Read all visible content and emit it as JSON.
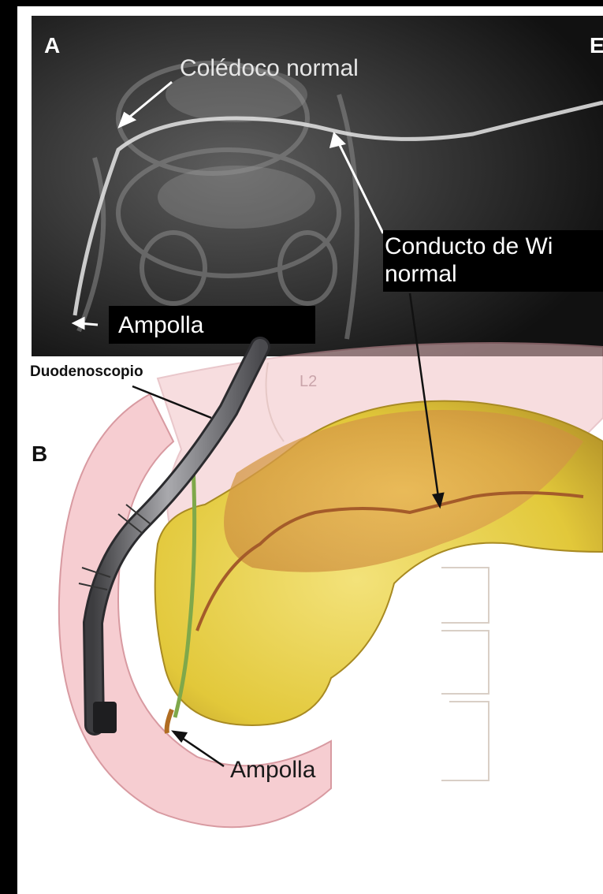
{
  "panels": {
    "a_letter": "A",
    "b_edge_letter": "E",
    "b_letter": "B"
  },
  "xray_labels": {
    "coledoco": "Colédoco normal",
    "wirsung_line1": "Conducto de Wi",
    "wirsung_line2": "normal",
    "ampolla": "Ampolla"
  },
  "illustration_labels": {
    "duodenoscopio": "Duodenoscopio",
    "vertebra": "L2",
    "ampolla": "Ampolla"
  },
  "colors": {
    "background": "#000000",
    "page": "#ffffff",
    "duodenum_pink": "#f4c6cb",
    "pancreas_yellow": "#e8cf3c",
    "pancreas_orange": "#d99a40",
    "scope_grey": "#6d6d70"
  }
}
